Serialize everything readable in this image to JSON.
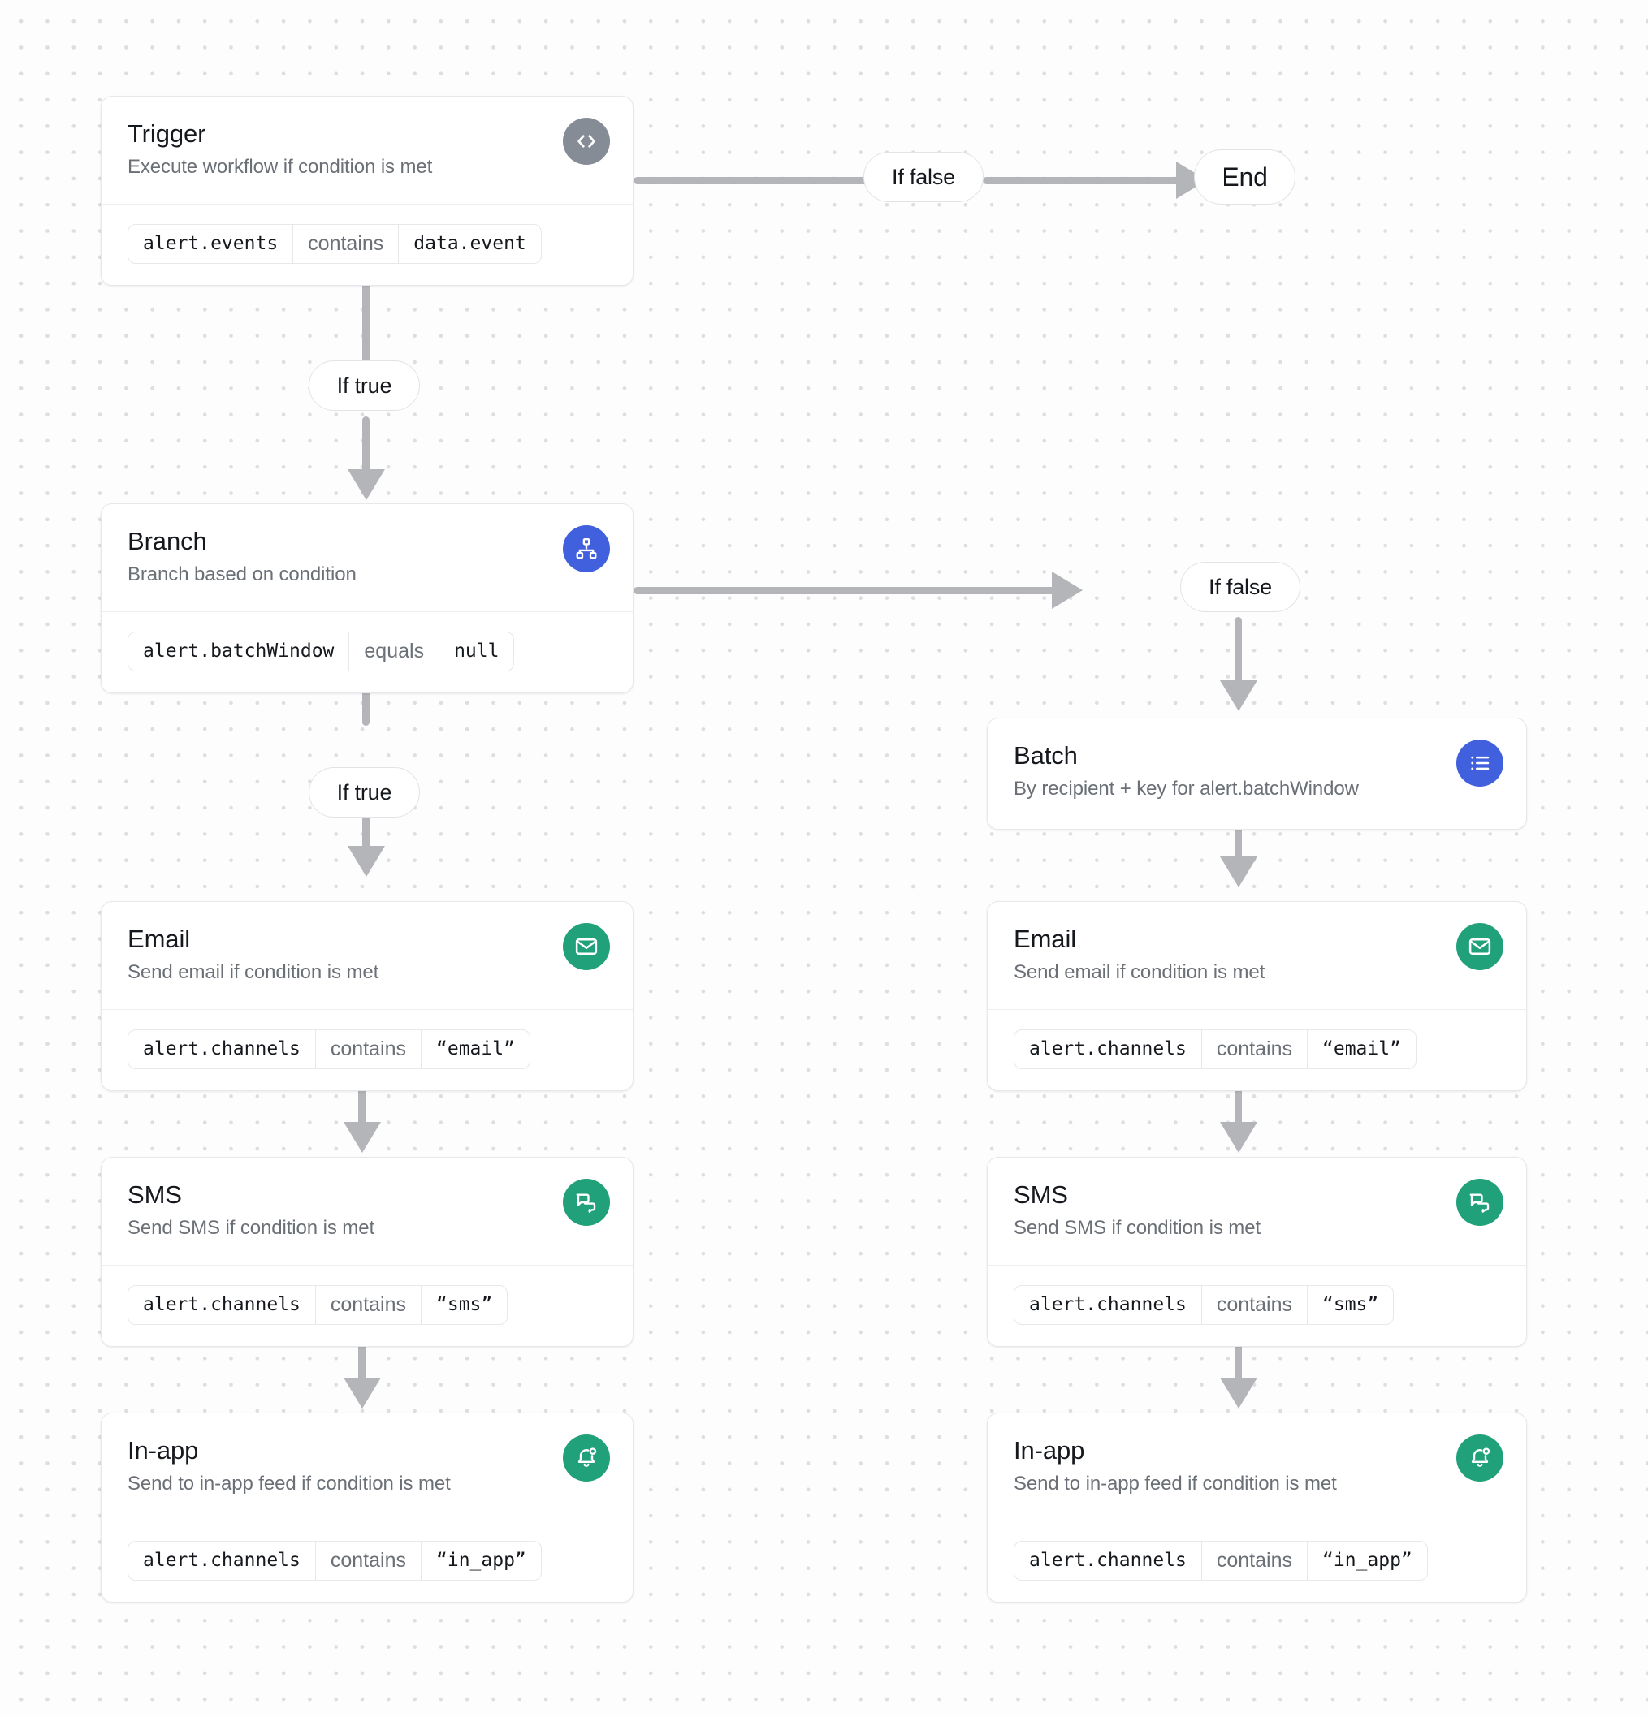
{
  "canvas": {
    "background": "#fdfdfd",
    "dot_color": "#dcdee1"
  },
  "colors": {
    "icon_gray": "#868c96",
    "icon_blue": "#4160de",
    "icon_green": "#21a179",
    "connector": "#b3b5b8",
    "card_border": "#e7e8ea",
    "title_text": "#15181d",
    "subtitle_text": "#6b7076"
  },
  "nodes": {
    "trigger": {
      "title": "Trigger",
      "subtitle": "Execute workflow if condition is met",
      "icon": "code-brackets-icon",
      "icon_color": "#868c96",
      "condition": {
        "field": "alert.events",
        "operator": "contains",
        "value": "data.event"
      }
    },
    "branch": {
      "title": "Branch",
      "subtitle": "Branch based on condition",
      "icon": "sitemap-icon",
      "icon_color": "#4160de",
      "condition": {
        "field": "alert.batchWindow",
        "operator": "equals",
        "value": "null"
      }
    },
    "batch": {
      "title": "Batch",
      "subtitle": "By recipient + key for alert.batchWindow",
      "icon": "list-icon",
      "icon_color": "#4160de"
    },
    "email_left": {
      "title": "Email",
      "subtitle": "Send email if condition is met",
      "icon": "envelope-icon",
      "icon_color": "#21a179",
      "condition": {
        "field": "alert.channels",
        "operator": "contains",
        "value": "“email”"
      }
    },
    "sms_left": {
      "title": "SMS",
      "subtitle": "Send SMS if condition is met",
      "icon": "chat-bubbles-icon",
      "icon_color": "#21a179",
      "condition": {
        "field": "alert.channels",
        "operator": "contains",
        "value": "“sms”"
      }
    },
    "inapp_left": {
      "title": "In-app",
      "subtitle": "Send to in-app feed if condition is met",
      "icon": "bell-dot-icon",
      "icon_color": "#21a179",
      "condition": {
        "field": "alert.channels",
        "operator": "contains",
        "value": "“in_app”"
      }
    },
    "email_right": {
      "title": "Email",
      "subtitle": "Send email if condition is met",
      "icon": "envelope-icon",
      "icon_color": "#21a179",
      "condition": {
        "field": "alert.channels",
        "operator": "contains",
        "value": "“email”"
      }
    },
    "sms_right": {
      "title": "SMS",
      "subtitle": "Send SMS if condition is met",
      "icon": "chat-bubbles-icon",
      "icon_color": "#21a179",
      "condition": {
        "field": "alert.channels",
        "operator": "contains",
        "value": "“sms”"
      }
    },
    "inapp_right": {
      "title": "In-app",
      "subtitle": "Send to in-app feed if condition is met",
      "icon": "bell-dot-icon",
      "icon_color": "#21a179",
      "condition": {
        "field": "alert.channels",
        "operator": "contains",
        "value": "“in_app”"
      }
    }
  },
  "edges": {
    "trigger_false_label": "If false",
    "end_label": "End",
    "trigger_true_label": "If true",
    "branch_false_label": "If false",
    "branch_true_label": "If true"
  }
}
